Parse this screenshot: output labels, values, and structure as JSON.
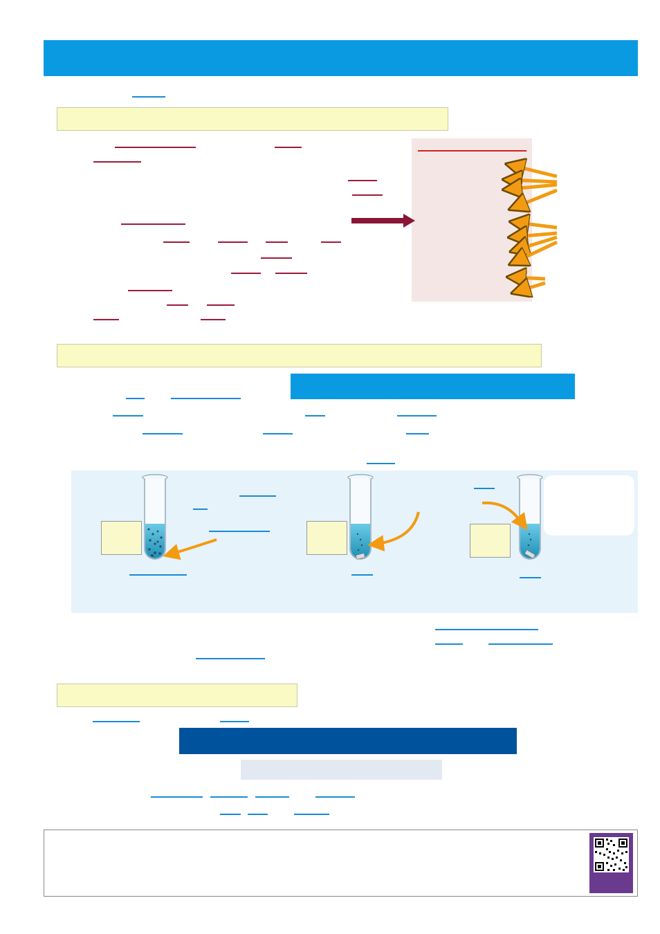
{
  "page": {
    "header_banner_title": "",
    "sections": [
      {
        "id": "section-1-heading",
        "text": ""
      },
      {
        "id": "section-2-heading",
        "text": ""
      },
      {
        "id": "section-3-heading",
        "text": ""
      }
    ],
    "section2_banner_text": "",
    "section3_darkbar_text": "",
    "section3_greybar_text": "",
    "side_note_text": "",
    "footer_text": ""
  },
  "colors": {
    "banner_blue": "#0a9ae2",
    "dark_blue": "#00529c",
    "heading_yellow": "#fafac5",
    "panel_pink": "#f5e6e6",
    "panel_light_blue": "#e6f3fb",
    "link_blue": "#1a8ad4",
    "link_red": "#9b1b3a",
    "arrow_orange": "#f29b12",
    "arrow_maroon": "#8a1538",
    "qr_purple": "#6a3a8f"
  },
  "icons": {
    "test_tube": "test-tube-icon",
    "arrow": "arrow-icon",
    "qr_code": "qr-code-icon"
  }
}
